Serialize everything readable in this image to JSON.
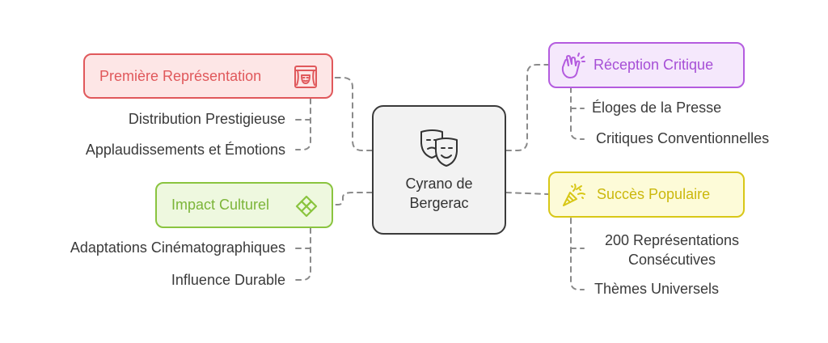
{
  "center": {
    "line1": "Cyrano de",
    "line2": "Bergerac",
    "icon": "theater-masks-icon"
  },
  "branches": {
    "premiere": {
      "title": "Première Représentation",
      "icon": "theater-stage-icon",
      "color": "#e0585b",
      "fill": "#fde6e6",
      "items": [
        "Distribution Prestigieuse",
        "Applaudissements et Émotions"
      ]
    },
    "impact": {
      "title": "Impact Culturel",
      "icon": "heart-ribbon-icon",
      "color": "#8ac43f",
      "fill": "#eef8df",
      "items": [
        "Adaptations Cinématographiques",
        "Influence Durable"
      ]
    },
    "reception": {
      "title": "Réception Critique",
      "icon": "clapping-hands-icon",
      "color": "#b45cdf",
      "fill": "#f5e8fc",
      "items": [
        "Éloges de la Presse",
        "Critiques Conventionnelles"
      ]
    },
    "succes": {
      "title": "Succès Populaire",
      "icon": "party-popper-icon",
      "color": "#d8c717",
      "fill": "#fdfbd8",
      "items": [
        "200 Représentations",
        "Consécutives",
        "Thèmes Universels"
      ]
    }
  }
}
